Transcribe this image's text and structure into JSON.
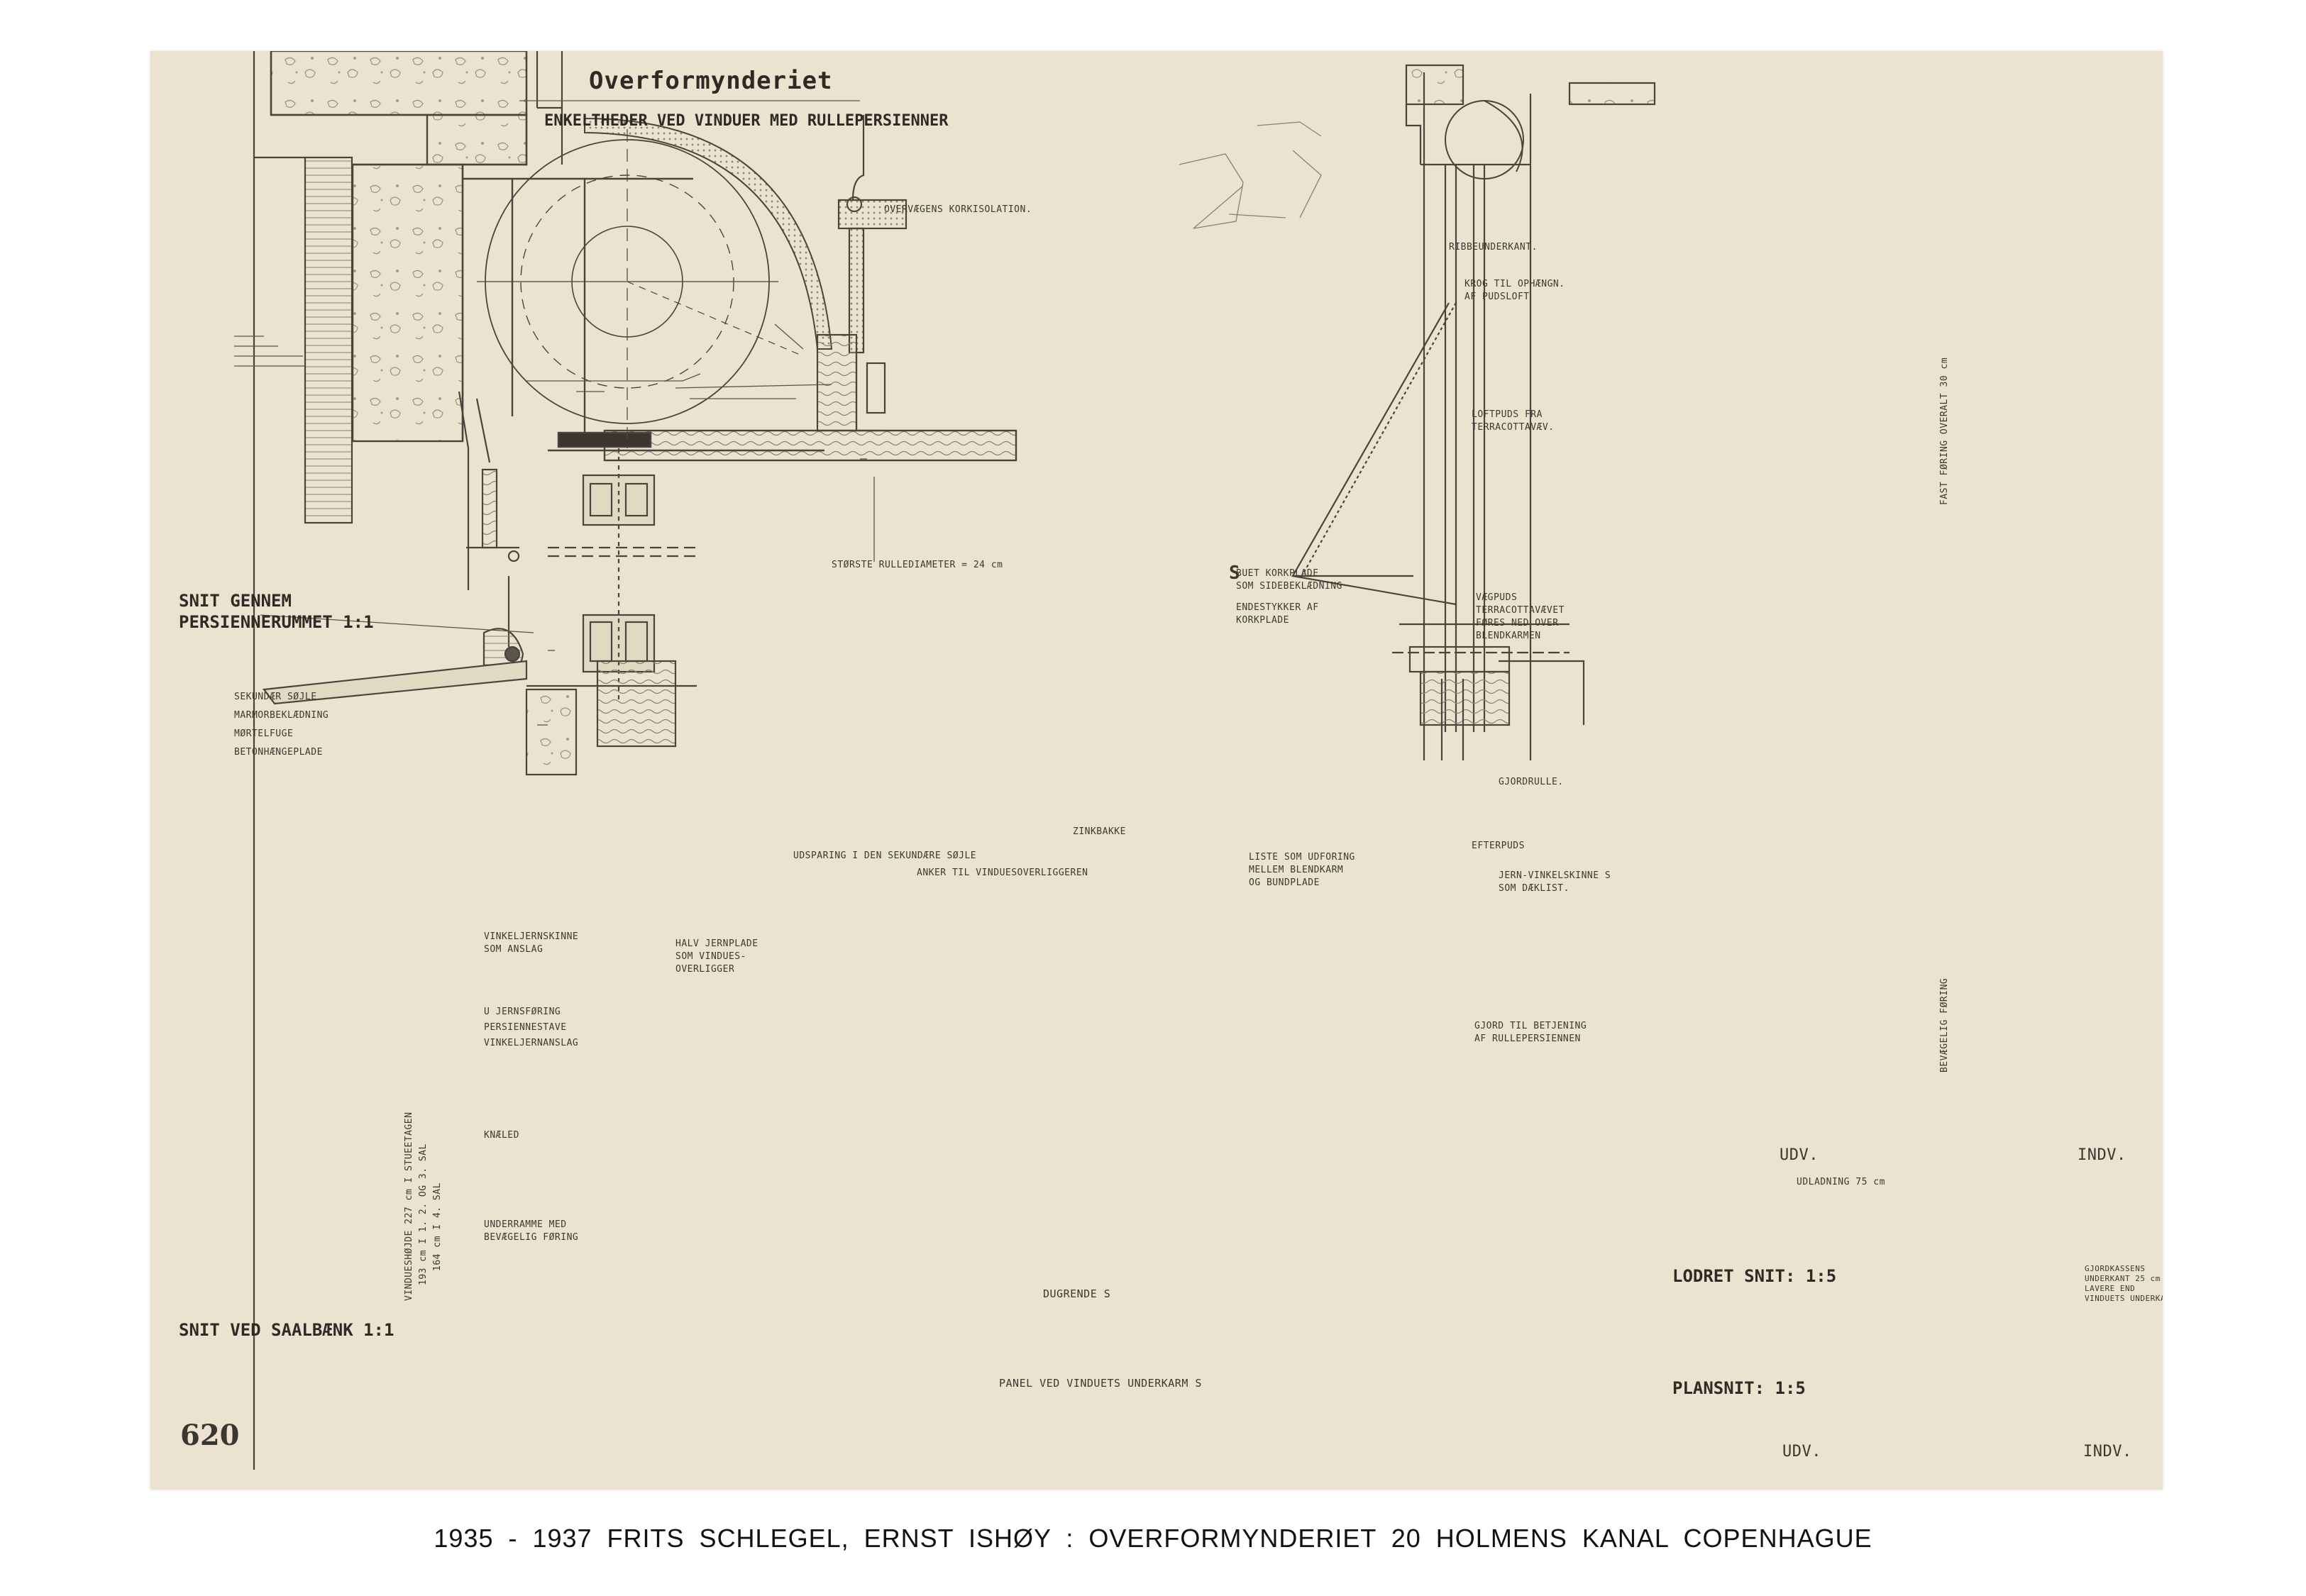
{
  "drawing": {
    "title": "Overformynderiet",
    "subtitle": "ENKELTHEDER VED VINDUER MED RULLEPERSIENNER",
    "sheet_number": "620"
  },
  "section_titles": {
    "snit_gennem": [
      "SNIT GENNEM",
      "PERSIENNERUMMET 1:1"
    ],
    "snit_saalbaenk": "SNIT VED SAALBÆNK 1:1",
    "lodret_snit": "LODRET SNIT: 1:5",
    "plansnit": "PLANSNIT: 1:5"
  },
  "annotations": {
    "overvaegens_korkisolation": "OVERVÆGENS KORKISOLATION.",
    "ribbeunderkant": "RIBBEUNDERKANT.",
    "krog": [
      "KROG TIL OPHÆNGN.",
      "AF PUDSLOFT"
    ],
    "loftpuds": [
      "LOFTPUDS FRA",
      "TERRACOTTAVÆV."
    ],
    "stoerste_rullediameter": "STØRSTE RULLEDIAMETER = 24 cm",
    "buet_korkplade": [
      "BUET KORKPLADE",
      "SOM SIDEBEKLÆDNING"
    ],
    "endestykker": [
      "ENDESTYKKER AF",
      "KORKPLADE"
    ],
    "vaegpuds": [
      "VÆGPUDS",
      "TERRACOTTAVÆVET",
      "FØRES NED OVER",
      "BLENDKARMEN"
    ],
    "gjordrulle": "GJORDRULLE.",
    "efterpuds": "EFTERPUDS",
    "jern_vinkelskinne": [
      "JERN-VINKELSKINNE S",
      "SOM DÆKLIST."
    ],
    "liste_som_udforing": [
      "LISTE SOM UDFORING",
      "MELLEM BLENDKARM",
      "OG BUNDPLADE"
    ],
    "zinkbakke": "ZINKBAKKE",
    "udsparing": "UDSPARING I DEN SEKUNDÆRE SØJLE",
    "anker": "ANKER TIL VINDUESOVERLIGGEREN",
    "sekundaer_soejle": [
      "SEKUNDÆR SØJLE",
      "MARMORBEKLÆDNING",
      "MØRTELFUGE",
      "BETONHÆNGEPLADE"
    ],
    "vinkeljernskinne": [
      "VINKELJERNSKINNE",
      "SOM ANSLAG"
    ],
    "halv_jernplade": [
      "HALV JERNPLADE",
      "SOM VINDUES-",
      "OVERLIGGER"
    ],
    "u_jernsfoering": [
      "U JERNSFØRING",
      "PERSIENNESTAVE",
      "VINKELJERNANSLAG"
    ],
    "kneled": "KNÆLED",
    "underramme": [
      "UNDERRAMME MED",
      "BEVÆGELIG FØRING"
    ],
    "vindueshoejde": [
      "VINDUESHØJDE 227 cm I STUEETAGEN",
      "193 cm I 1. 2. OG 3. SAL",
      "164 cm I 4. SAL"
    ],
    "gjord_til_betjening": [
      "GJORD TIL BETJENING",
      "AF RULLEPERSIENNEN"
    ],
    "dugrende": "DUGRENDE S",
    "panel": "PANEL VED VINDUETS UNDERKARM S",
    "fast_foering": "FAST FØRING OVERALT 30 cm",
    "bevaegelig_foering": "BEVÆGELIG FØRING",
    "udladning": "UDLADNING 75 cm",
    "udv_top": "UDV.",
    "indv_top": "INDV.",
    "udv_bottom": "UDV.",
    "indv_bottom": "INDV.",
    "gjordkassens": [
      "GJORDKASSENS",
      "UNDERKANT 25 cm",
      "LAVERE END",
      "VINDUETS UNDERKANT"
    ],
    "section_mark_s": "S"
  },
  "caption": "1935 - 1937 FRITS SCHLEGEL, ERNST ISHØY : OVERFORMYNDERIET 20 HOLMENS KANAL COPENHAGUE"
}
